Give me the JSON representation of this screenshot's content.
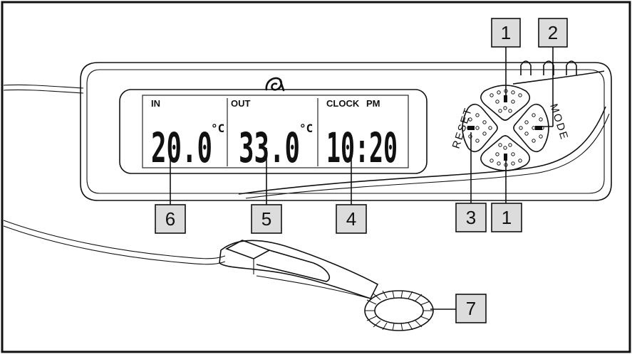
{
  "display": {
    "in_label": "IN",
    "in_value": "20.0",
    "in_unit": "°C",
    "out_label": "OUT",
    "out_value": "33.0",
    "out_unit": "°C",
    "clock_label": "CLOCK",
    "pm_label": "PM",
    "clock_value": "10:20"
  },
  "buttons": {
    "reset_label": "RESET",
    "mode_label": "MODE"
  },
  "callouts": {
    "top_1": "1",
    "top_2": "2",
    "bottom_6": "6",
    "bottom_5": "5",
    "bottom_4": "4",
    "bottom_3": "3",
    "bottom_1": "1",
    "sensor_7": "7"
  },
  "colors": {
    "line": "#111111",
    "callout_fill": "#dcdcdc",
    "background": "#ffffff"
  },
  "icons": [
    "logo-icon",
    "sensor-clip-icon",
    "sensor-ring-icon"
  ]
}
